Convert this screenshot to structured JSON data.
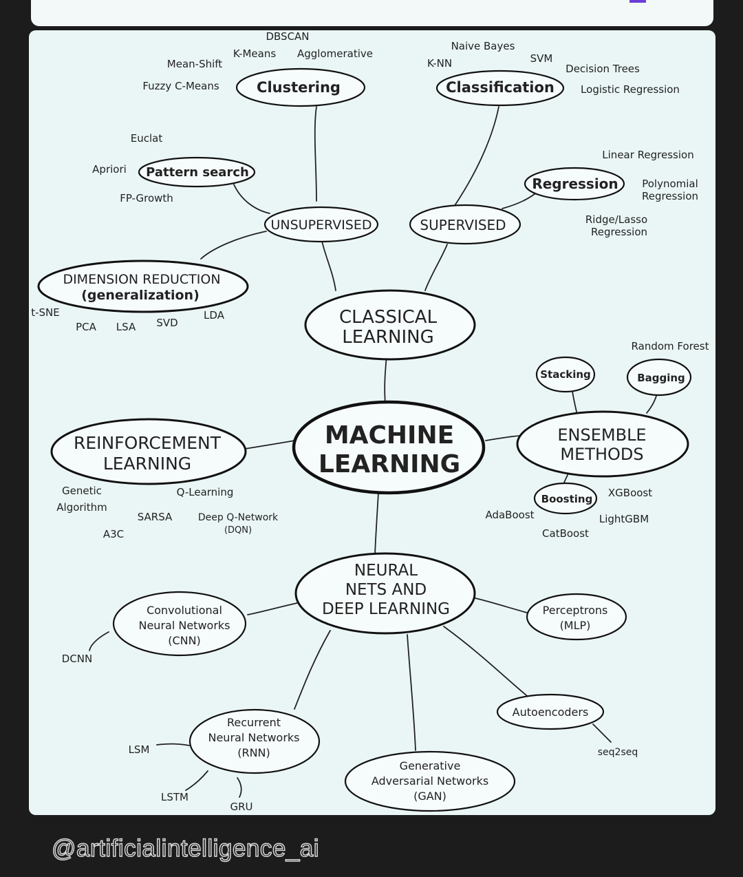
{
  "diagram": {
    "center": [
      "MACHINE",
      "LEARNING"
    ],
    "classical": [
      "CLASSICAL",
      "LEARNING"
    ],
    "unsupervised": "UNSUPERVISED",
    "supervised": "SUPERVISED",
    "clustering": {
      "label": "Clustering",
      "items": [
        "DBSCAN",
        "K-Means",
        "Agglomerative",
        "Mean-Shift",
        "Fuzzy C-Means"
      ]
    },
    "classification": {
      "label": "Classification",
      "items": [
        "Naive Bayes",
        "K-NN",
        "SVM",
        "Decision Trees",
        "Logistic Regression"
      ]
    },
    "pattern_search": {
      "label": "Pattern search",
      "items": [
        "Euclat",
        "Apriori",
        "FP-Growth"
      ]
    },
    "regression": {
      "label": "Regression",
      "items": [
        "Linear Regression",
        "Polynomial",
        "Regression",
        "Ridge/Lasso",
        "Regression"
      ]
    },
    "dimension_reduction": {
      "label": [
        "DIMENSION REDUCTION",
        "(generalization)"
      ],
      "items": [
        "t-SNE",
        "PCA",
        "LSA",
        "SVD",
        "LDA"
      ]
    },
    "ensemble": {
      "label": [
        "ENSEMBLE",
        "METHODS"
      ],
      "stacking": "Stacking",
      "bagging": "Bagging",
      "random_forest": "Random Forest",
      "boosting": "Boosting",
      "boosting_items": [
        "XGBoost",
        "AdaBoost",
        "LightGBM",
        "CatBoost"
      ]
    },
    "reinforcement": {
      "label": [
        "REINFORCEMENT",
        "LEARNING"
      ],
      "items": [
        "Genetic",
        "Algorithm",
        "Q-Learning",
        "SARSA",
        "Deep Q-Network",
        "(DQN)",
        "A3C"
      ]
    },
    "neural": {
      "label": [
        "NEURAL",
        "NETS AND",
        "DEEP LEARNING"
      ],
      "cnn": [
        "Convolutional",
        "Neural Networks",
        "(CNN)"
      ],
      "dcnn": "DCNN",
      "perceptrons": [
        "Perceptrons",
        "(MLP)"
      ],
      "rnn": [
        "Recurrent",
        "Neural Networks",
        "(RNN)"
      ],
      "rnn_items": [
        "LSM",
        "LSTM",
        "GRU"
      ],
      "autoencoders": "Autoencoders",
      "seq2seq": "seq2seq",
      "gan": [
        "Generative",
        "Adversarial Networks",
        "(GAN)"
      ]
    }
  },
  "watermark": "@artificialintelligence_ai",
  "colors": {
    "ink": "#222222",
    "card": "#eaf6f5",
    "frame": "#1c1c1c",
    "accent": "#6b3fd6"
  }
}
